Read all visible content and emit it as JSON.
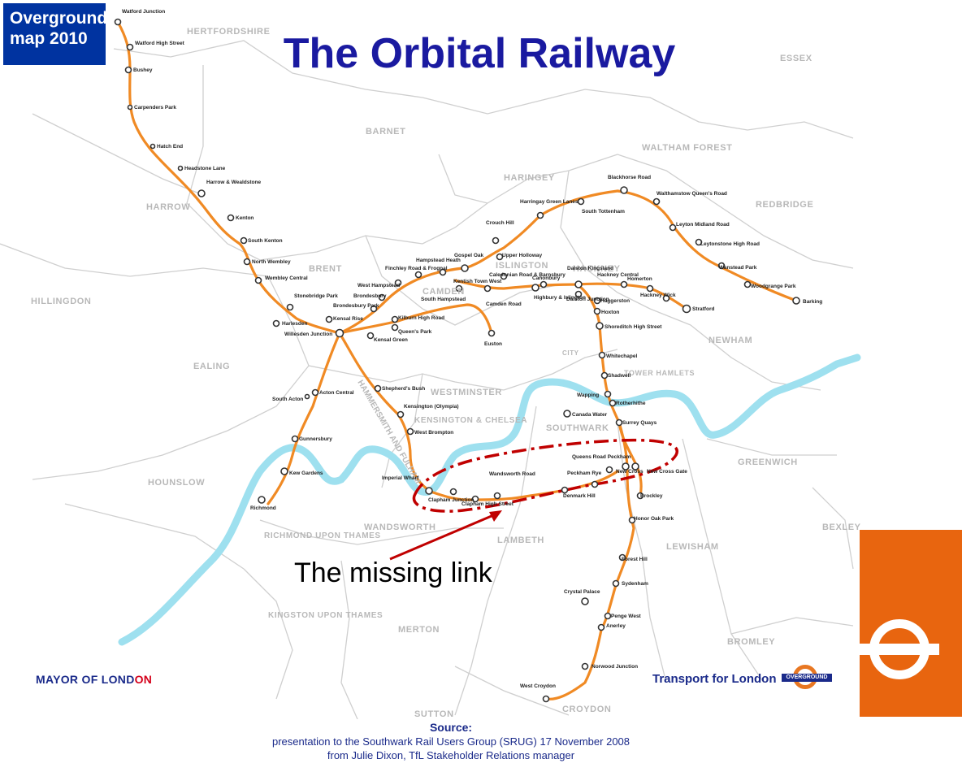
{
  "title": "The Orbital Railway",
  "badge": {
    "line1": "Overground",
    "line2": "map 2010"
  },
  "annotation": "The missing link",
  "footer": {
    "mayor_prefix": "MAYOR OF LOND",
    "mayor_suffix": "ON",
    "tfl": "Transport for London",
    "overground_badge": "OVERGROUND"
  },
  "source": {
    "heading": "Source:",
    "line1": "presentation to the Southwark Rail Users Group (SRUG) 17 November 2008",
    "line2": "from Julie Dixon, TfL Stakeholder Relations manager"
  },
  "boroughs": [
    "HERTFORDSHIRE",
    "ESSEX",
    "BARNET",
    "WALTHAM FOREST",
    "HARINGEY",
    "REDBRIDGE",
    "HARROW",
    "BRENT",
    "ISLINGTON",
    "HACKNEY",
    "HILLINGDON",
    "CAMDEN",
    "NEWHAM",
    "EALING",
    "WESTMINSTER",
    "TOWER HAMLETS",
    "KENSINGTON & CHELSEA",
    "HAMMERSMITH AND FULHAM",
    "SOUTHWARK",
    "GREENWICH",
    "HOUNSLOW",
    "WANDSWORTH",
    "LAMBETH",
    "LEWISHAM",
    "BEXLEY",
    "RICHMOND UPON THAMES",
    "KINGSTON UPON THAMES",
    "MERTON",
    "BROMLEY",
    "SUTTON",
    "CROYDON",
    "CITY"
  ],
  "stations": [
    "Watford Junction",
    "Watford High Street",
    "Bushey",
    "Carpenders Park",
    "Hatch End",
    "Headstone Lane",
    "Harrow & Wealdstone",
    "Kenton",
    "South Kenton",
    "North Wembley",
    "Wembley Central",
    "Stonebridge Park",
    "Harlesden",
    "Willesden Junction",
    "Kensal Green",
    "Kensal Rise",
    "Brondesbury Park",
    "Brondesbury",
    "West Hampstead",
    "Finchley Road & Frognal",
    "Hampstead Heath",
    "Gospel Oak",
    "Kentish Town West",
    "Camden Road",
    "Caledonian Road & Barnsbury",
    "Highbury & Islington",
    "Canonbury",
    "Dalston Kingsland",
    "Dalston Junction",
    "Hackney Central",
    "Homerton",
    "Hackney Wick",
    "Stratford",
    "Haggerston",
    "Hoxton",
    "Shoreditch High Street",
    "Whitechapel",
    "Shadwell",
    "Wapping",
    "Rotherhithe",
    "Canada Water",
    "Surrey Quays",
    "Queens Road Peckham",
    "Peckham Rye",
    "Denmark Hill",
    "Wandsworth Road",
    "Clapham High Street",
    "Clapham Junction",
    "Imperial Wharf",
    "West Brompton",
    "Kensington (Olympia)",
    "Shepherd's Bush",
    "Acton Central",
    "South Acton",
    "Gunnersbury",
    "Kew Gardens",
    "Richmond",
    "Queen's Park",
    "Kilburn High Road",
    "South Hampstead",
    "Euston",
    "Upper Holloway",
    "Crouch Hill",
    "Harringay Green Lanes",
    "South Tottenham",
    "Blackhorse Road",
    "Walthamstow Queen's Road",
    "Leyton Midland Road",
    "Leytonstone High Road",
    "Wanstead Park",
    "Woodgrange Park",
    "Barking",
    "New Cross",
    "New Cross Gate",
    "Brockley",
    "Honor Oak Park",
    "Forest Hill",
    "Sydenham",
    "Crystal Palace",
    "Penge West",
    "Anerley",
    "Norwood Junction",
    "West Croydon"
  ],
  "colors": {
    "overground": "#f08a24",
    "thames": "#9ee0ef",
    "title": "#1a1aa0",
    "missing_link": "#c00000",
    "tfl_blue": "#1a2a8a",
    "tfl_orange": "#e8650f"
  }
}
